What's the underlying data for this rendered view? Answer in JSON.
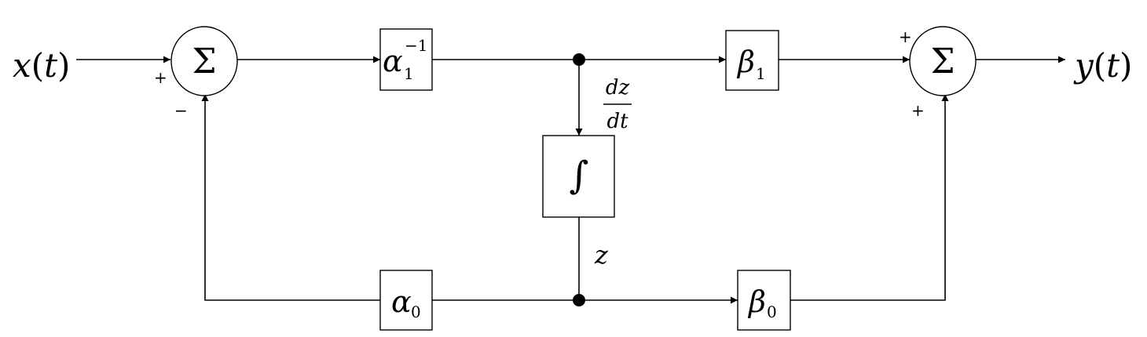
{
  "input": {
    "name": "x",
    "open": "(",
    "arg": "t",
    "close": ")"
  },
  "output": {
    "name": "y",
    "open": "(",
    "arg": "t",
    "close": ")"
  },
  "sum_symbol": "Σ",
  "sum1_signs": {
    "plus": "+",
    "minus": "−"
  },
  "sum2_signs": {
    "top": "+",
    "bottom": "+"
  },
  "blocks": {
    "alpha1_inv": {
      "base": "α",
      "sub": "1",
      "sup": "−1"
    },
    "beta1": {
      "base": "β",
      "sub": "1"
    },
    "integrator": {
      "symbol": "∫"
    },
    "alpha0": {
      "base": "α",
      "sub": "0"
    },
    "beta0": {
      "base": "β",
      "sub": "0"
    }
  },
  "derivative_label": {
    "num": "dz",
    "den": "dt"
  },
  "state_label": "z"
}
